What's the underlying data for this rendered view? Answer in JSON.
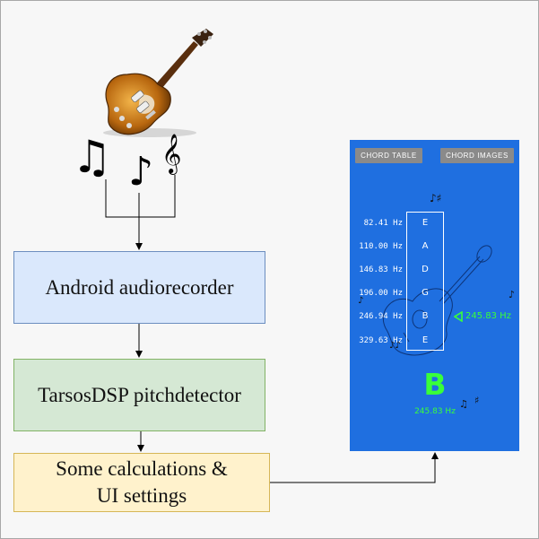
{
  "flow": {
    "step1": "Android audiorecorder",
    "step2": "TarsosDSP pitchdetector",
    "step3_line1": "Some calculations &",
    "step3_line2": "UI settings"
  },
  "icons": {
    "guitar": "electric-guitar-icon",
    "notes": [
      "beamed-eighth-notes-icon",
      "eighth-note-icon",
      "treble-clef-icon"
    ],
    "note_glyphs": [
      "♫",
      "♪",
      "𝄞"
    ]
  },
  "app_screen": {
    "buttons": {
      "chord_table": "CHORD TABLE",
      "chord_images": "CHORD IMAGES"
    },
    "strings": [
      {
        "freq": "82.41 Hz",
        "note": "E"
      },
      {
        "freq": "110.00 Hz",
        "note": "A"
      },
      {
        "freq": "146.83 Hz",
        "note": "D"
      },
      {
        "freq": "196.00 Hz",
        "note": "G"
      },
      {
        "freq": "246.94 Hz",
        "note": "B"
      },
      {
        "freq": "329.63 Hz",
        "note": "E"
      }
    ],
    "current_hz": "245.83 Hz",
    "detected_note": "B",
    "detected_hz": "245.83 Hz",
    "colors": {
      "background": "#1f6fe0",
      "accent": "#39ff3a",
      "button": "#8a8a8a"
    }
  },
  "colors": {
    "box1_fill": "#dae8fc",
    "box1_border": "#6c8ebf",
    "box2_fill": "#d5e8d4",
    "box2_border": "#82b366",
    "box3_fill": "#fff2cc",
    "box3_border": "#d6b656"
  }
}
